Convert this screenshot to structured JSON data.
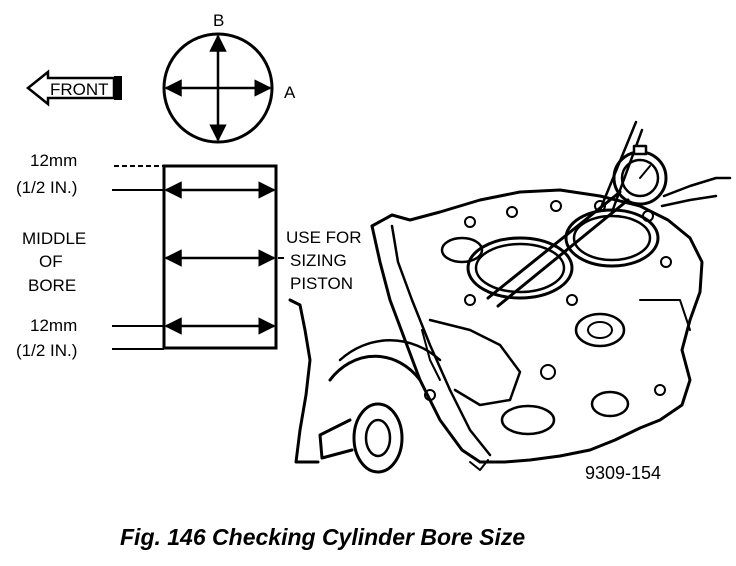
{
  "diagram": {
    "front_label": "FRONT",
    "axis_a_label": "A",
    "axis_b_label": "B",
    "top_measure": "12mm",
    "top_measure_in": "(1/2 IN.)",
    "middle_line1": "MIDDLE",
    "middle_line2": "OF",
    "middle_line3": "BORE",
    "bottom_measure": "12mm",
    "bottom_measure_in": "(1/2 IN.)",
    "sizing_line1": "USE FOR",
    "sizing_line2": "SIZING",
    "sizing_line3": "PISTON",
    "part_number": "9309-154"
  },
  "caption": "Fig. 146 Checking Cylinder Bore Size",
  "colors": {
    "ink": "#000000",
    "paper": "#ffffff"
  }
}
